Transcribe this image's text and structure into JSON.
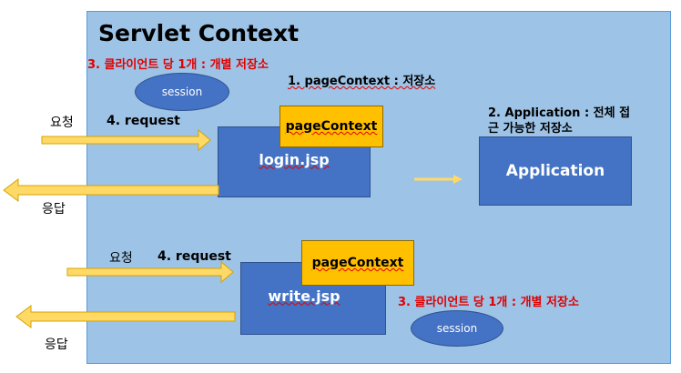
{
  "diagram": {
    "title": "Servlet Context",
    "per_client_note": "3. 클라이언트 당 1개 : 개별 저장소",
    "pagecontext_note": "1. pageContext : 저장소",
    "application_note_line1": "2. Application : 전체 접",
    "application_note_line2": "근 가능한 저장소",
    "session_label": "session",
    "request_word": "요청",
    "request_label": "4. request",
    "response_word": "응답",
    "pagecontext_label": "pageContext",
    "login_jsp": "login.jsp",
    "write_jsp": "write.jsp",
    "application_label": "Application"
  },
  "colors": {
    "context_fill": "#9dc3e6",
    "box_blue": "#4472c4",
    "box_yellow": "#ffc000",
    "note_red": "#e00000"
  }
}
